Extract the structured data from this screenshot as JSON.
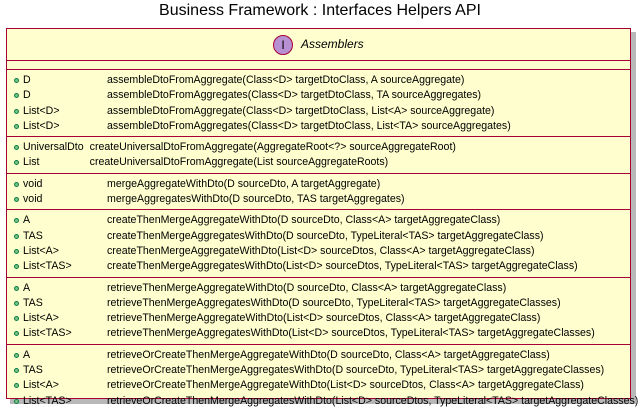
{
  "title": "Business Framework : Interfaces Helpers API",
  "class": {
    "stereotype_letter": "I",
    "name": "Assemblers",
    "sections": [
      [
        {
          "ret": "D",
          "sig": "assembleDtoFromAggregate(Class<D> targetDtoClass, A sourceAggregate)"
        },
        {
          "ret": "D",
          "sig": "assembleDtoFromAggregates(Class<D> targetDtoClass, TA sourceAggregates)"
        },
        {
          "ret": "List<D>",
          "sig": "assembleDtoFromAggregate(Class<D> targetDtoClass, List<A> sourceAggregate)"
        },
        {
          "ret": "List<D>",
          "sig": "assembleDtoFromAggregates(Class<D> targetDtoClass, List<TA> sourceAggregates)"
        }
      ],
      [
        {
          "ret": "UniversalDto",
          "sig": "createUniversalDtoFromAggregate(AggregateRoot<?> sourceAggregateRoot)"
        },
        {
          "ret": "List",
          "sig": "createUniversalDtoFromAggregate(List sourceAggregateRoots)"
        }
      ],
      [
        {
          "ret": "void",
          "sig": "mergeAggregateWithDto(D sourceDto, A targetAggregate)"
        },
        {
          "ret": "void",
          "sig": "mergeAggregatesWithDto(D sourceDto, TAS targetAggregates)"
        }
      ],
      [
        {
          "ret": "A",
          "sig": "createThenMergeAggregateWithDto(D sourceDto, Class<A> targetAggregateClass)"
        },
        {
          "ret": "TAS",
          "sig": "createThenMergeAggregatesWithDto(D sourceDto, TypeLiteral<TAS> targetAggregateClass)"
        },
        {
          "ret": "List<A>",
          "sig": "createThenMergeAggregateWithDto(List<D> sourceDtos, Class<A> targetAggregateClass)"
        },
        {
          "ret": "List<TAS>",
          "sig": "createThenMergeAggregatesWithDto(List<D> sourceDtos, TypeLiteral<TAS> targetAggregateClass)"
        }
      ],
      [
        {
          "ret": "A",
          "sig": "retrieveThenMergeAggregateWithDto(D sourceDto, Class<A> targetAggregateClass)"
        },
        {
          "ret": "TAS",
          "sig": "retrieveThenMergeAggregatesWithDto(D sourceDto, TypeLiteral<TAS> targetAggregateClasses)"
        },
        {
          "ret": "List<A>",
          "sig": "retrieveThenMergeAggregateWithDto(List<D> sourceDtos, Class<A> targetAggregateClass)"
        },
        {
          "ret": "List<TAS>",
          "sig": "retrieveThenMergeAggregatesWithDto(List<D> sourceDtos, TypeLiteral<TAS> targetAggregateClasses)"
        }
      ],
      [
        {
          "ret": "A",
          "sig": "retrieveOrCreateThenMergeAggregateWithDto(D sourceDto, Class<A> targetAggregateClass)"
        },
        {
          "ret": "TAS",
          "sig": "retrieveOrCreateThenMergeAggregatesWithDto(D sourceDto, TypeLiteral<TAS> targetAggregateClasses)"
        },
        {
          "ret": "List<A>",
          "sig": "retrieveOrCreateThenMergeAggregateWithDto(List<D> sourceDtos, Class<A> targetAggregateClass)"
        },
        {
          "ret": "List<TAS>",
          "sig": "retrieveOrCreateThenMergeAggregatesWithDto(List<D> sourceDtos, TypeLiteral<TAS> targetAggregateClasses)"
        }
      ]
    ]
  },
  "colors": {
    "class_fill": "#fefece",
    "border": "#a80036",
    "interface_circle": "#b790d4",
    "method_dot": "#84be84"
  }
}
